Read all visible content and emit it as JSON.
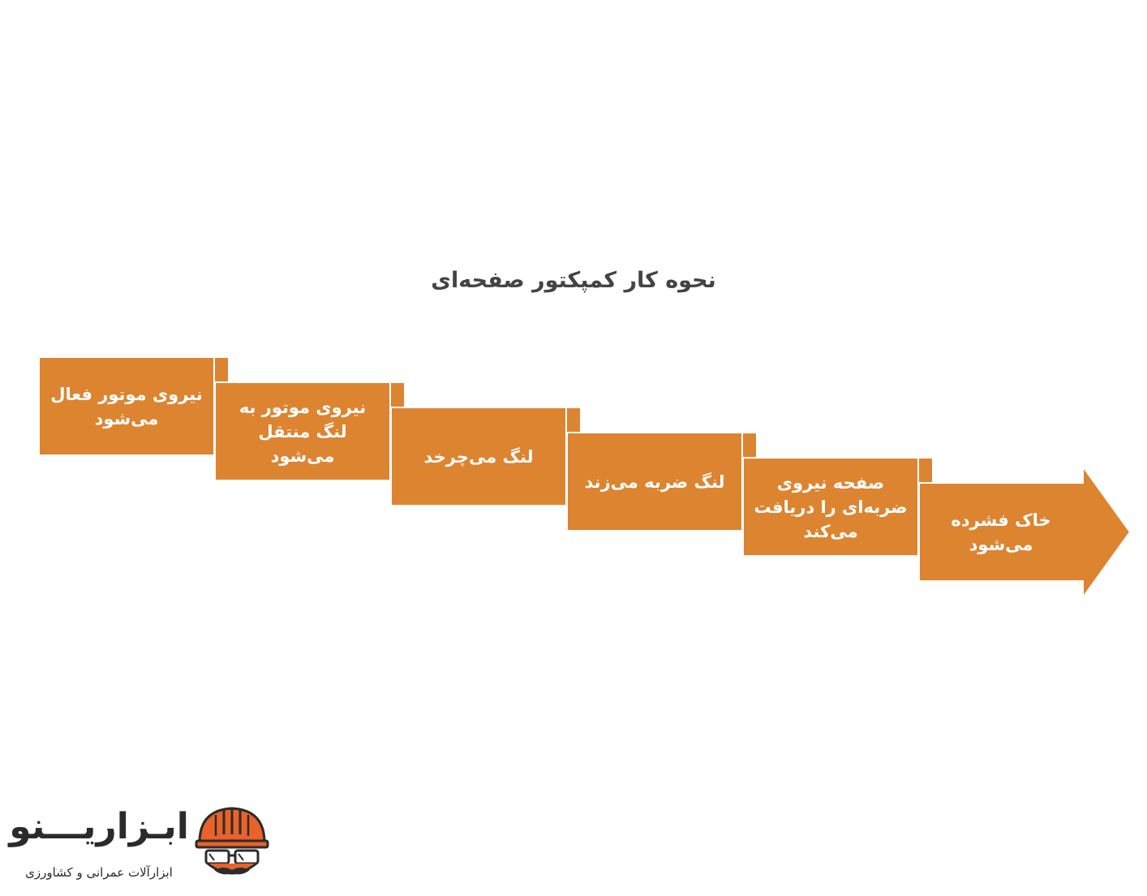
{
  "title": "نحوه کار کمپکتور صفحه‌ای",
  "colors": {
    "step_fill": "#dd8431",
    "fold_stroke": "#ffffff",
    "title_text": "#444444",
    "logo_orange": "#e8622a",
    "logo_dark": "#2b2b2b"
  },
  "steps": [
    {
      "label": "نیروی موتور فعال\nمی‌شود"
    },
    {
      "label": "نیروی موتور به\nلنگ منتقل\nمی‌شود"
    },
    {
      "label": "لنگ می‌چرخد"
    },
    {
      "label": "لنگ ضربه می‌زند"
    },
    {
      "label": "صفحه نیروی\nضربه‌ای را دریافت\nمی‌کند"
    },
    {
      "label": "خاک فشرده\nمی‌شود"
    }
  ],
  "logo": {
    "name": "ابـزاریـــنو",
    "tagline": "ابزارآلات عمرانی و کشاورزی",
    "icon": "helmet-goggles-mustache-icon"
  }
}
